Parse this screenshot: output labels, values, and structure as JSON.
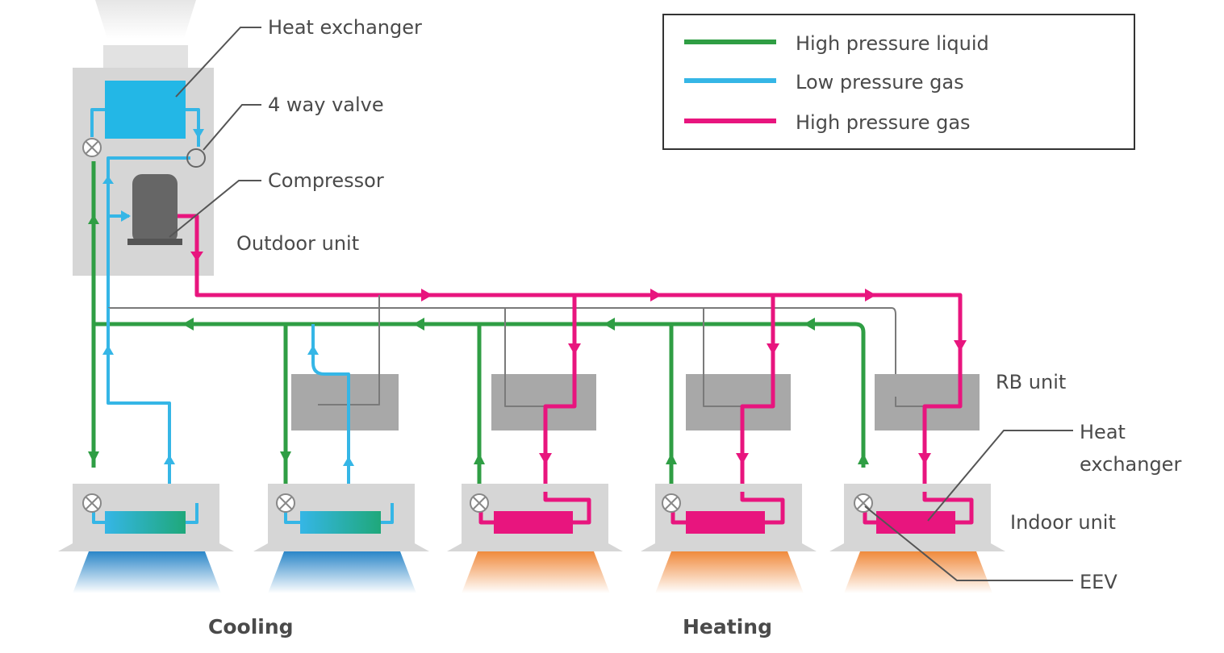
{
  "legend": {
    "items": [
      {
        "label": "High pressure liquid",
        "color": "#2f9e44"
      },
      {
        "label": "Low pressure gas",
        "color": "#35b6e6"
      },
      {
        "label": "High pressure gas",
        "color": "#e8157e"
      }
    ]
  },
  "labels": {
    "heat_exchanger_top": "Heat exchanger",
    "four_way_valve": "4 way valve",
    "compressor": "Compressor",
    "outdoor_unit": "Outdoor unit",
    "rb_unit": "RB unit",
    "heat_exchanger_indoor_line1": "Heat",
    "heat_exchanger_indoor_line2": "exchanger",
    "indoor_unit": "Indoor unit",
    "eev": "EEV",
    "cooling": "Cooling",
    "heating": "Heating"
  },
  "colors": {
    "high_pressure_liquid": "#2f9e44",
    "low_pressure_gas": "#35b6e6",
    "high_pressure_gas": "#e8157e",
    "cooling_air": "#2a86c8",
    "heating_air": "#f08a3c"
  }
}
